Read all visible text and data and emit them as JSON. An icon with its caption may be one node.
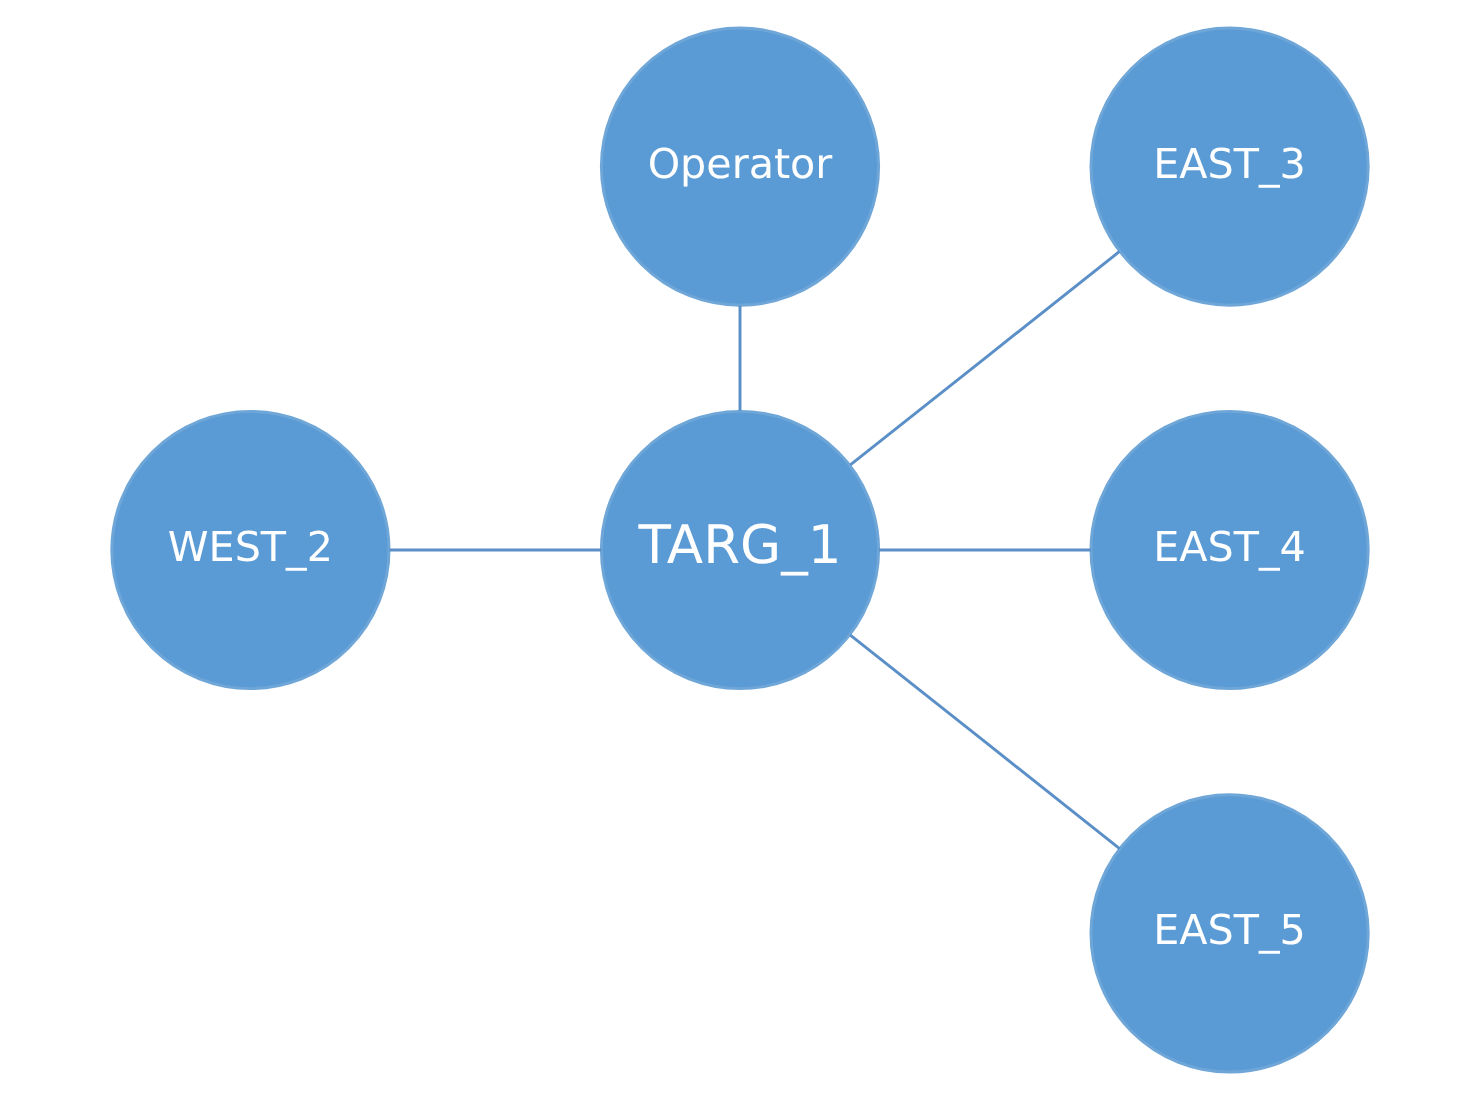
{
  "diagram": {
    "nodes": [
      {
        "text": [
          "Operator"
        ]
      },
      {
        "text": [
          "EAST_3"
        ]
      },
      {
        "text": [
          "WEST_2"
        ]
      },
      {
        "text": [
          "TARG_1"
        ]
      },
      {
        "text": [
          "EAST_4"
        ]
      },
      {
        "text": [
          "EAST_5"
        ]
      }
    ],
    "edges": [
      {
        "from": 0,
        "to": 3,
        "arrow": "none"
      },
      {
        "from": 3,
        "to": 1,
        "arrow": "none"
      },
      {
        "from": 2,
        "to": 3,
        "arrow": "none"
      },
      {
        "from": 3,
        "to": 4,
        "arrow": "none"
      },
      {
        "from": 3,
        "to": 5,
        "arrow": "none"
      }
    ]
  }
}
